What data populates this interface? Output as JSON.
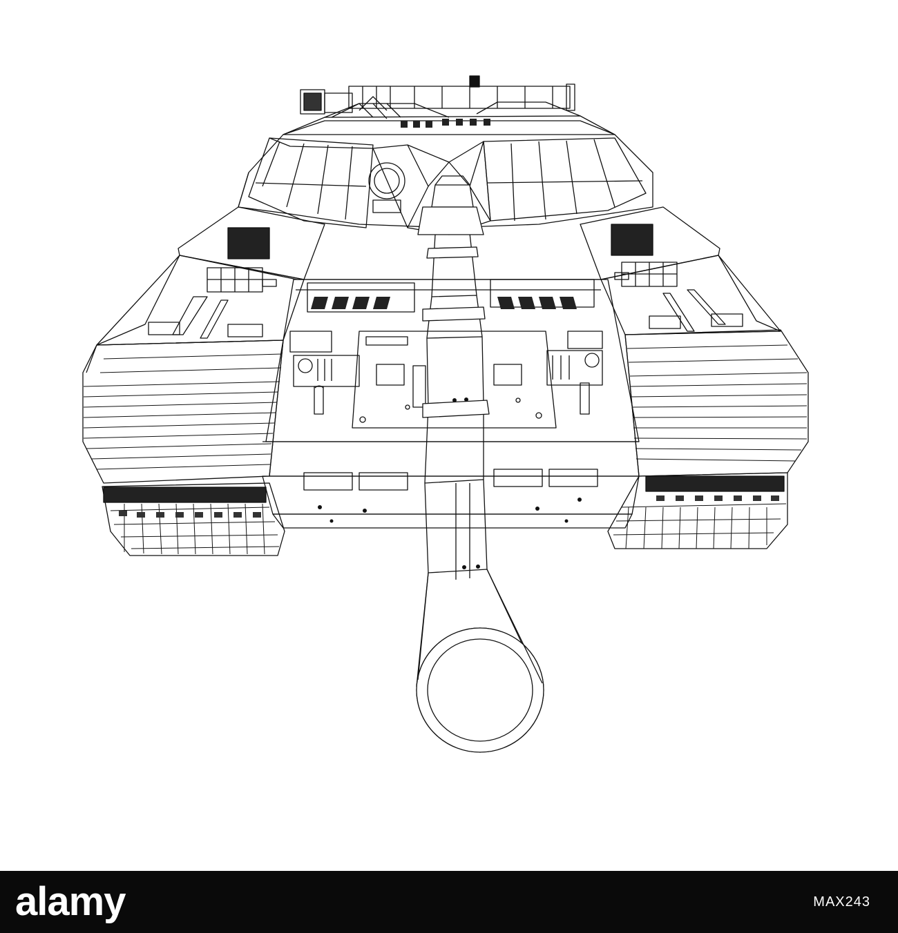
{
  "image": {
    "subject": "tank-wireframe-front-view",
    "background_color": "#ffffff",
    "line_color": "#111111"
  },
  "footer": {
    "background_color": "#0a0a0a",
    "logo_text": "alamy",
    "image_id": "MAX243"
  }
}
